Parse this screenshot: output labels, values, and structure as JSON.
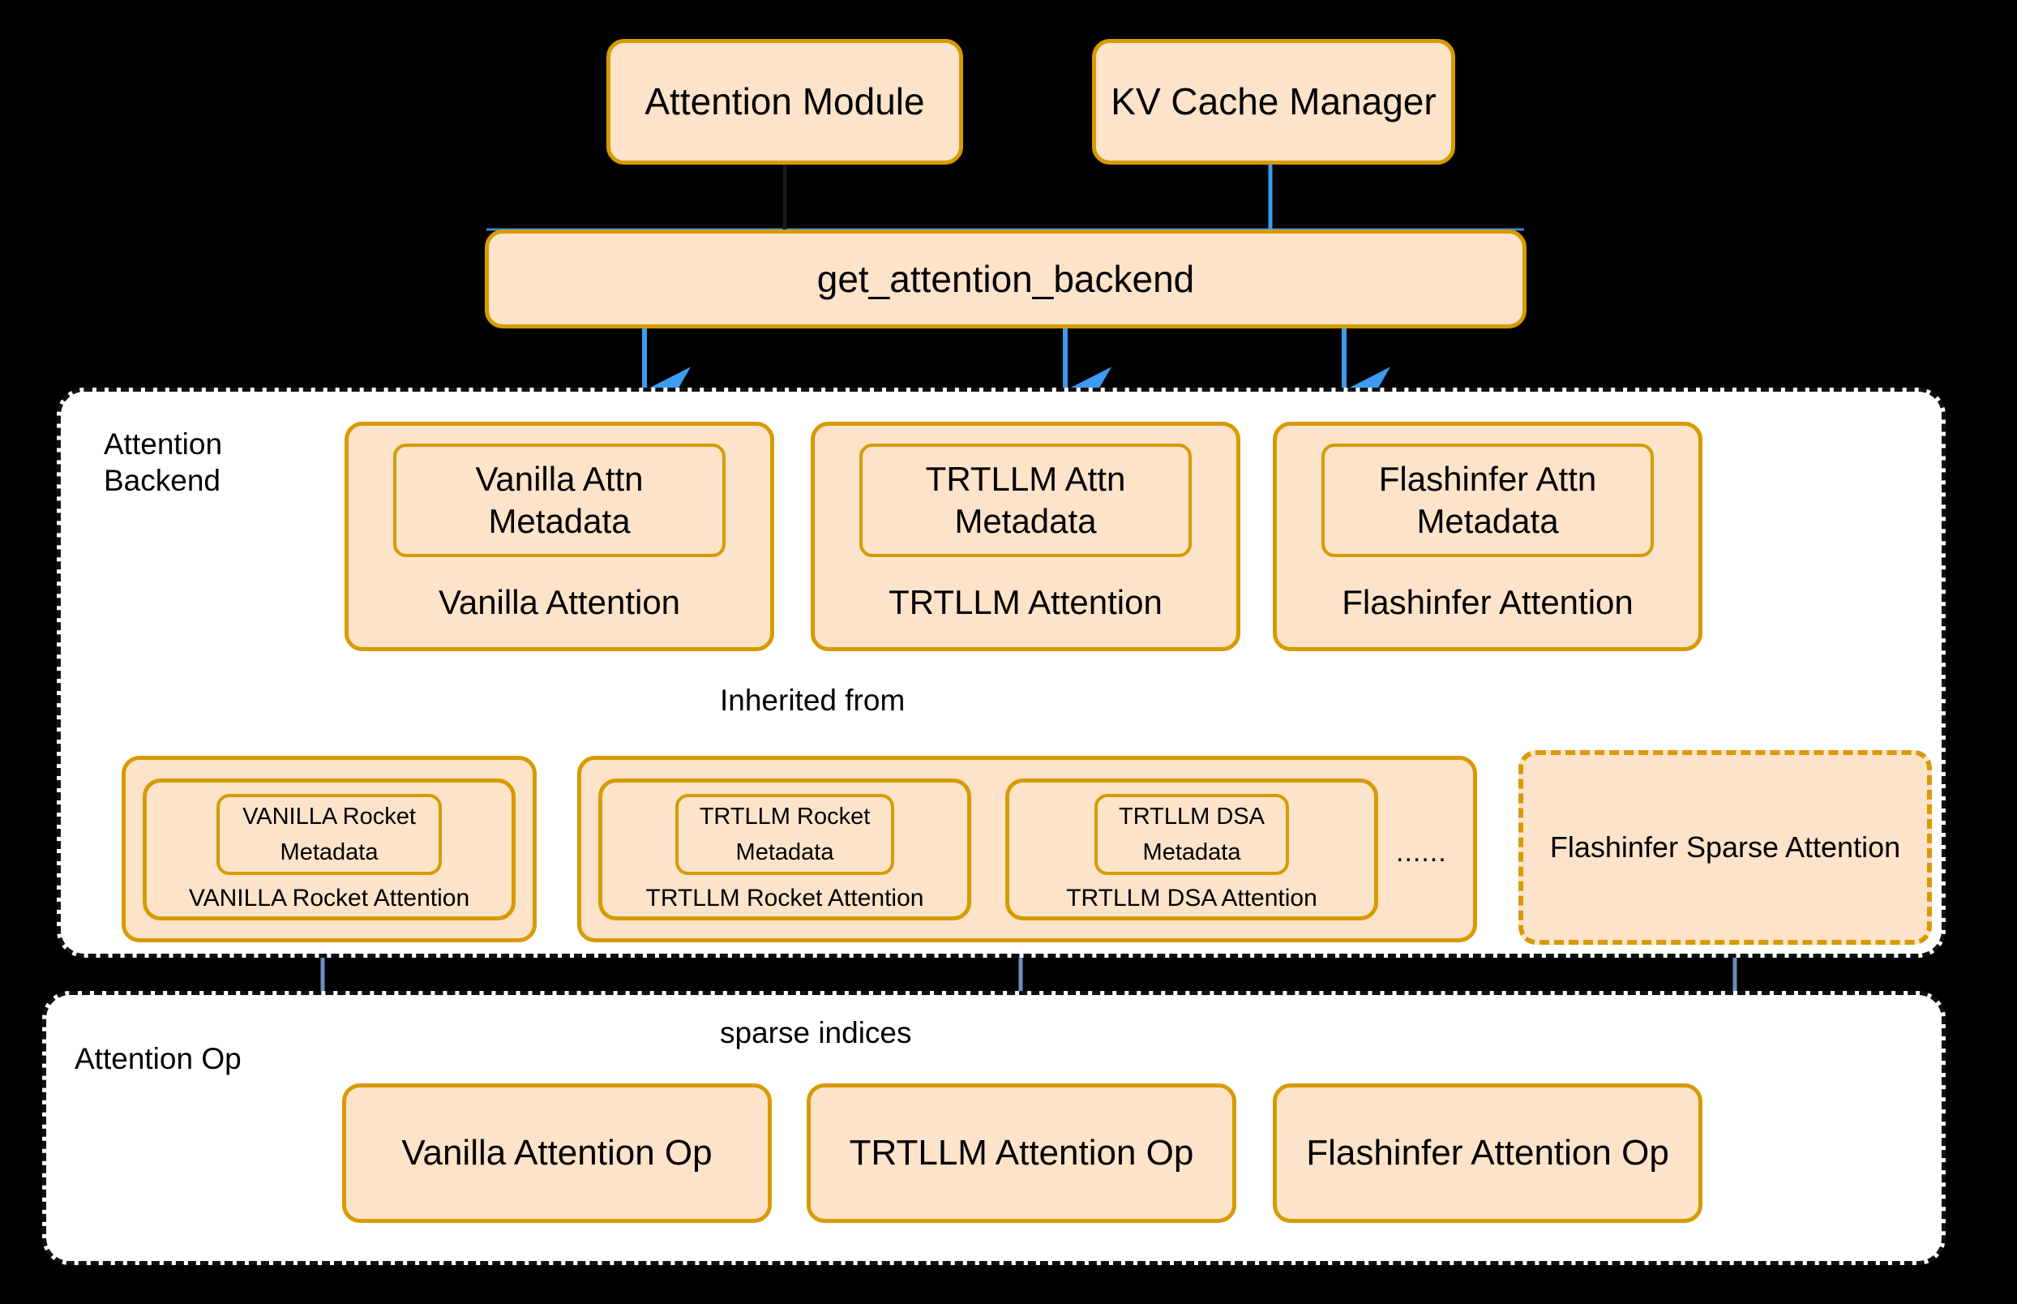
{
  "colors": {
    "background": "#000000",
    "node_fill": "#FCE3C9",
    "node_border": "#D79B00",
    "group_fill": "#FFFFFF",
    "group_border": "#111111",
    "arrow_blue": "#3D9BF0",
    "arrow_red": "#F98080",
    "arrow_steel": "#6C8EBF"
  },
  "top": {
    "attention_module": "Attention Module",
    "kv_cache_manager": "KV Cache Manager",
    "dispatcher": "get_attention_backend"
  },
  "backend_group": {
    "label": "Attention\nBackend",
    "backends": [
      {
        "metadata": "Vanilla Attn\nMetadata",
        "name": "Vanilla Attention"
      },
      {
        "metadata": "TRTLLM Attn\nMetadata",
        "name": "TRTLLM Attention"
      },
      {
        "metadata": "Flashinfer Attn\nMetadata",
        "name": "Flashinfer Attention"
      }
    ],
    "inherited_label": "Inherited from",
    "sparse_groups": [
      {
        "items": [
          {
            "metadata_line1": "VANILLA Rocket",
            "metadata_line2": "Metadata",
            "name": "VANILLA Rocket Attention"
          }
        ],
        "ellipsis": ""
      },
      {
        "items": [
          {
            "metadata_line1": "TRTLLM Rocket",
            "metadata_line2": "Metadata",
            "name": "TRTLLM Rocket Attention"
          },
          {
            "metadata_line1": "TRTLLM DSA",
            "metadata_line2": "Metadata",
            "name": "TRTLLM DSA Attention"
          }
        ],
        "ellipsis": "......"
      }
    ],
    "flashinfer_sparse": "Flashinfer Sparse Attention"
  },
  "op_group": {
    "label": "Attention Op",
    "sparse_indices_label": "sparse indices",
    "ops": [
      "Vanilla Attention Op",
      "TRTLLM Attention Op",
      "Flashinfer Attention Op"
    ]
  }
}
